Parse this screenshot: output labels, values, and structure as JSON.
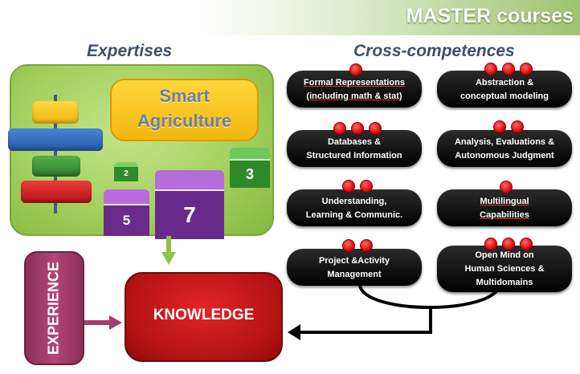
{
  "banner": {
    "title": "MASTER courses"
  },
  "headings": {
    "expertises": "Expertises",
    "cross_competences": "Cross-competences"
  },
  "expertise": {
    "smart_agriculture": "Smart\nAgriculture",
    "block_numbers": [
      "2",
      "3",
      "5",
      "7"
    ]
  },
  "competences": [
    {
      "text": "Formal Representations\n(including math & stat)",
      "dots": 1
    },
    {
      "text": "Abstraction &\nconceptual modeling",
      "dots": 3
    },
    {
      "text": "Databases &\nStructured Information",
      "dots": 3
    },
    {
      "text": "Analysis, Evaluations &\nAutonomous Judgment",
      "dots": 2
    },
    {
      "text": "Understanding,\nLearning & Communic.",
      "dots": 2
    },
    {
      "text": "Multilingual\nCapabilities",
      "dots": 1
    },
    {
      "text": "Project &Activity\nManagement",
      "dots": 2
    },
    {
      "text": "Open Mind on\nHuman Sciences &\nMultidomains",
      "dots": 3
    }
  ],
  "knowledge": {
    "label": "KNOWLEDGE"
  },
  "experience": {
    "label": "EXPERIENCE"
  },
  "colors": {
    "green_box": "#a3d15e",
    "smart_box": "#ffd73a",
    "knowledge": "#c41a1a",
    "experience": "#a33c69",
    "pill": "#000000",
    "dot": "#e00000",
    "arrow_green": "#8fc545",
    "arrow_purple": "#a33c69"
  }
}
